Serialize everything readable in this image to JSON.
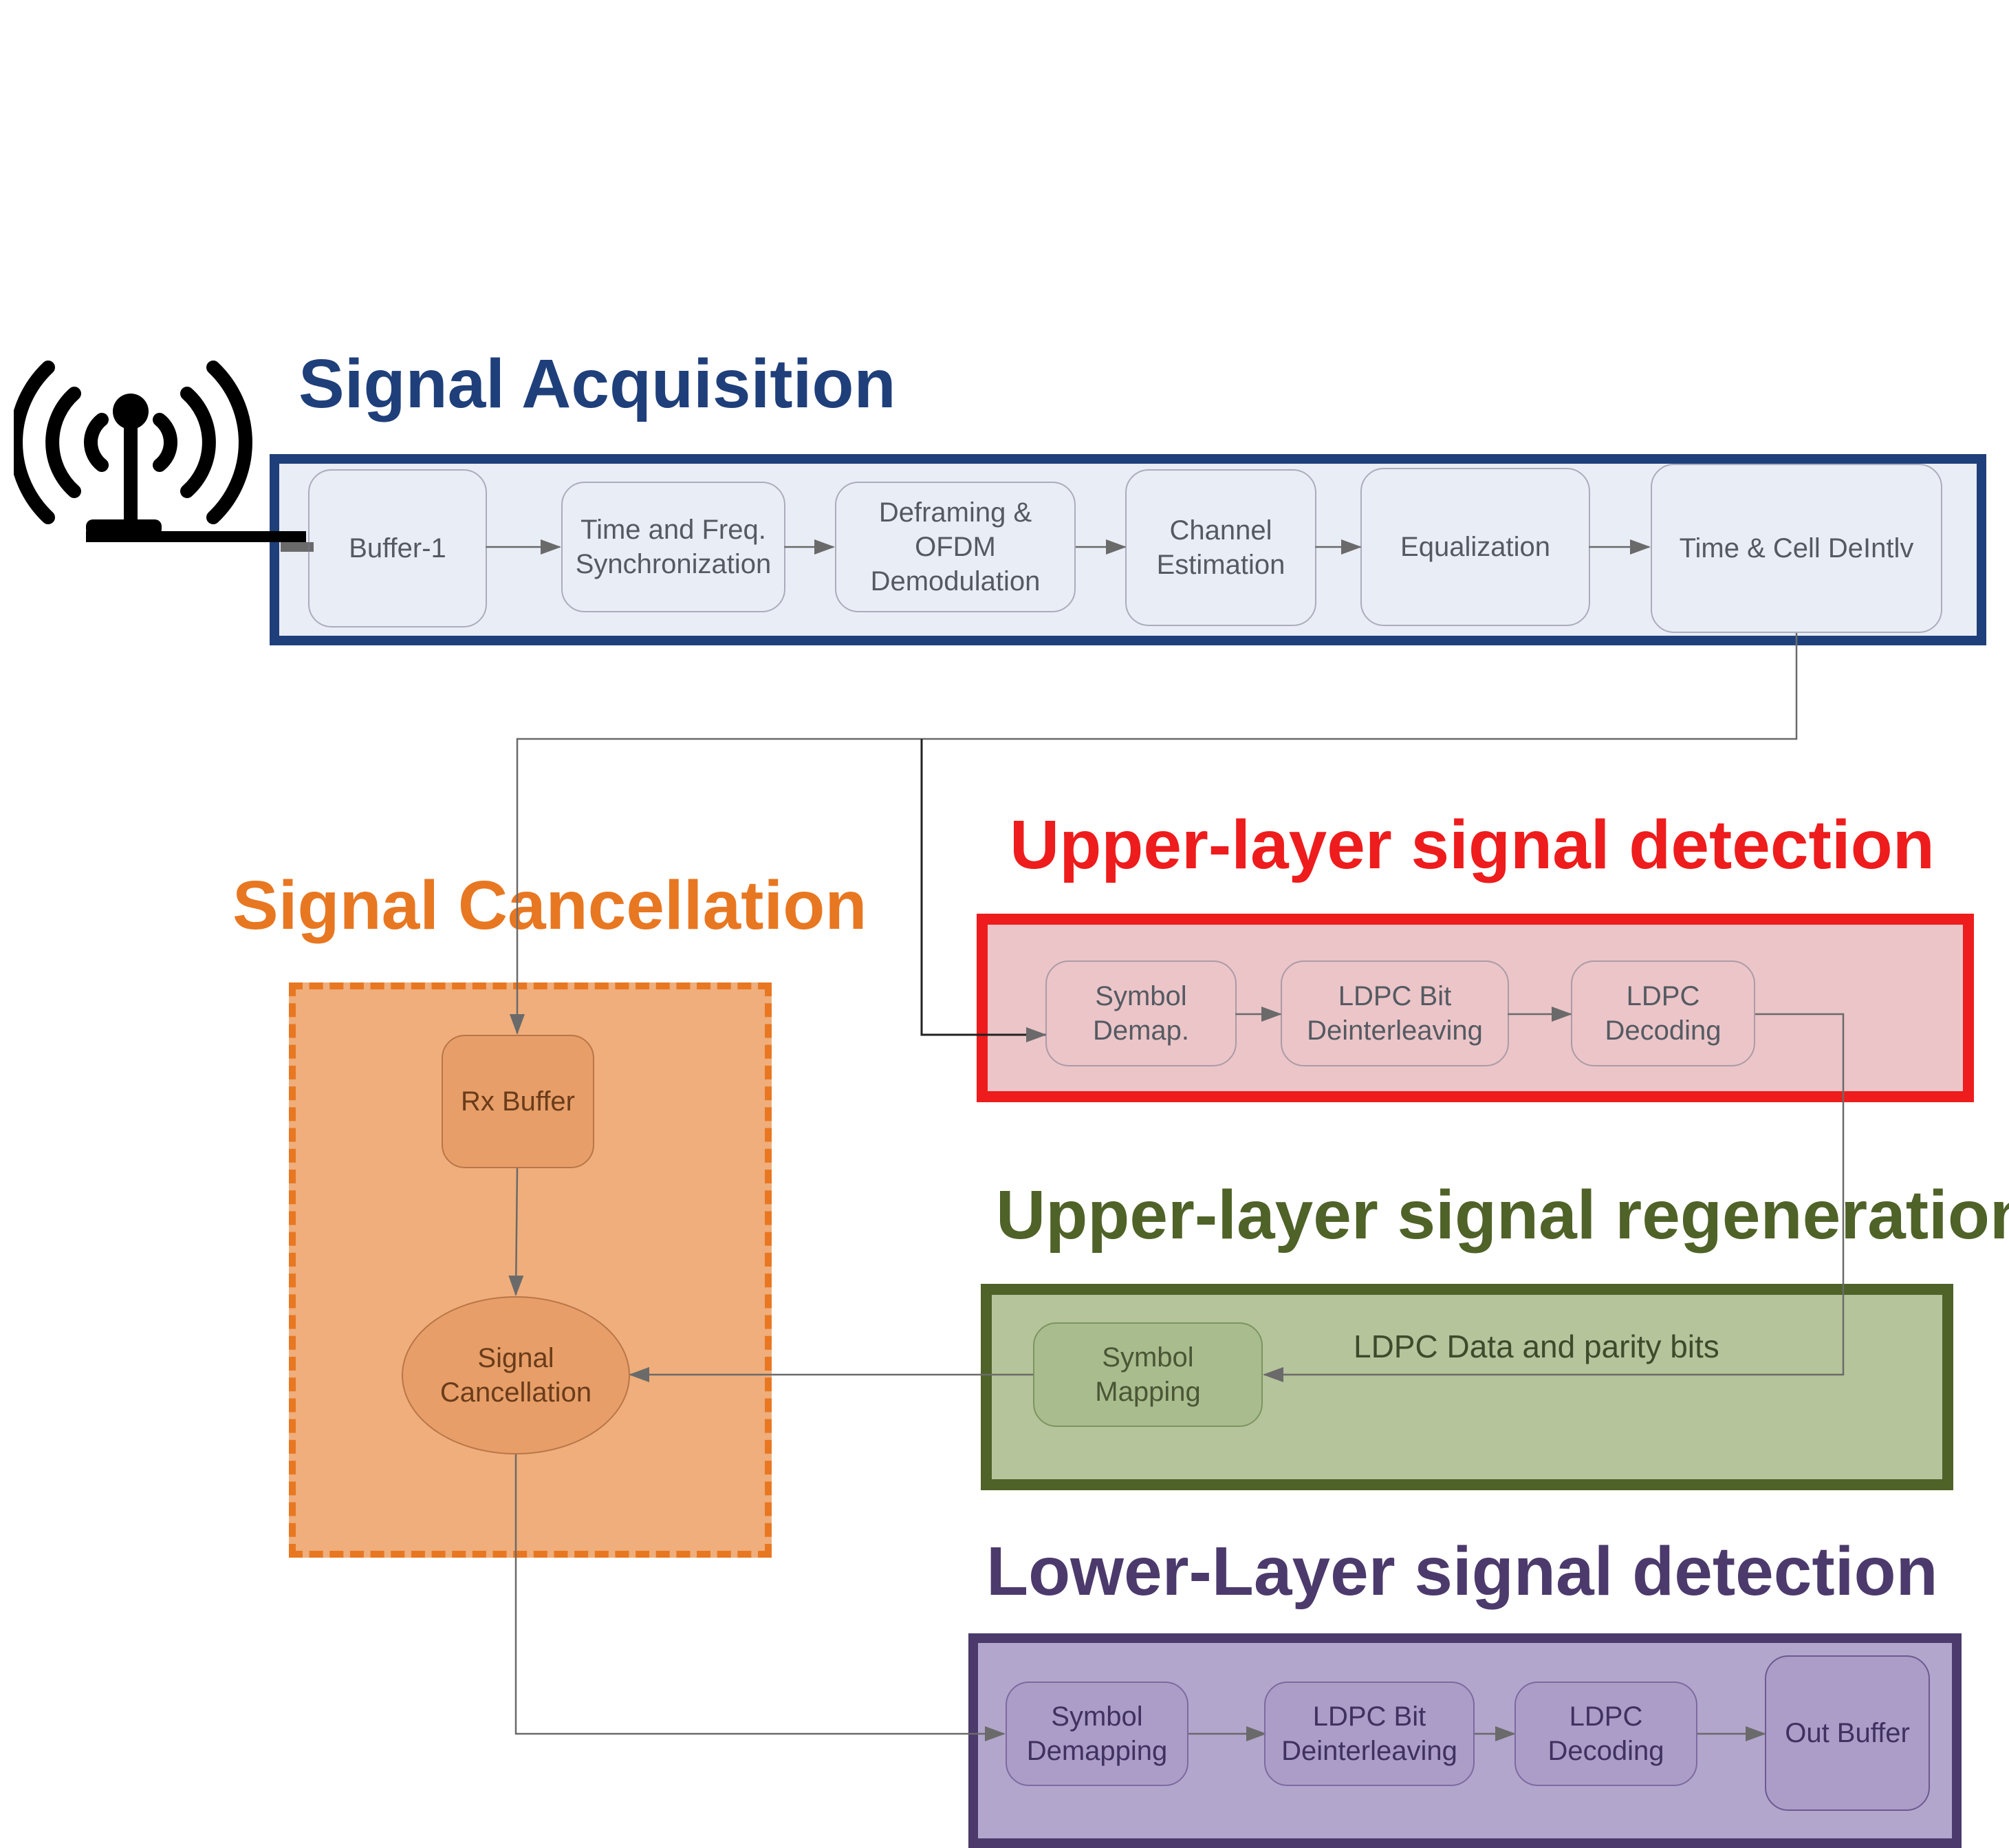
{
  "colors": {
    "acquisition": "#1f3f7a",
    "detection": "#ee1c1c",
    "cancellation": "#e87722",
    "regeneration": "#4f6228",
    "lower": "#4b3a6b"
  },
  "antenna": {
    "icon": "antenna-icon"
  },
  "acquisition": {
    "title": "Signal Acquisition",
    "blocks": [
      "Buffer-1",
      "Time and Freq.\nSynchronization",
      "Deframing &\nOFDM\nDemodulation",
      "Channel\nEstimation",
      "Equalization",
      "Time & Cell DeIntlv"
    ]
  },
  "detection": {
    "title": "Upper-layer signal detection",
    "blocks": [
      "Symbol\nDemap.",
      "LDPC Bit\nDeinterleaving",
      "LDPC\nDecoding"
    ]
  },
  "cancellation": {
    "title": "Signal Cancellation",
    "rx_buffer": "Rx Buffer",
    "signal_cancellation": "Signal\nCancellation"
  },
  "regeneration": {
    "title": "Upper-layer signal regeneration",
    "symbol_mapping": "Symbol\nMapping",
    "bits_label": "LDPC Data and parity bits"
  },
  "lower": {
    "title": "Lower-Layer signal detection",
    "blocks": [
      "Symbol\nDemapping",
      "LDPC Bit\nDeinterleaving",
      "LDPC\nDecoding",
      "Out Buffer"
    ]
  }
}
